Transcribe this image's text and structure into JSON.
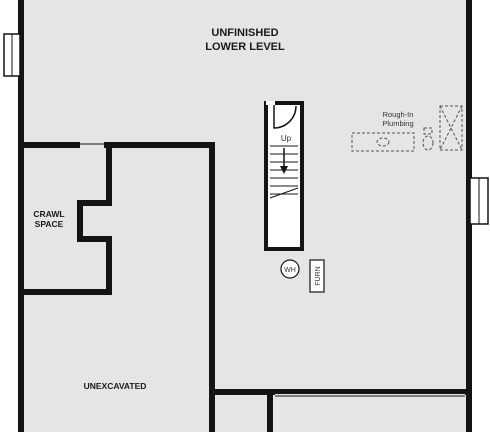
{
  "colors": {
    "floor": "#e5e5e3",
    "wall": "#141414",
    "background": "#ffffff",
    "fixture_line": "#555555"
  },
  "rooms": {
    "lower_level_line1": "UNFINISHED",
    "lower_level_line2": "LOWER LEVEL",
    "crawl_line1": "CRAWL",
    "crawl_line2": "SPACE",
    "unexcavated": "UNEXCAVATED"
  },
  "fixtures": {
    "rough_in_line1": "Rough-In",
    "rough_in_line2": "Plumbing",
    "stairs_label": "Up",
    "water_heater": "WH",
    "furnace": "FURN"
  },
  "icons": {
    "left_window": "window-icon",
    "right_window": "window-icon",
    "door_swing": "door-swing-icon",
    "stair_arrow": "arrow-down-icon",
    "rough_in_tub": "bathtub-outline-icon",
    "rough_in_toilet": "toilet-outline-icon",
    "rough_in_shower": "shower-outline-icon"
  }
}
